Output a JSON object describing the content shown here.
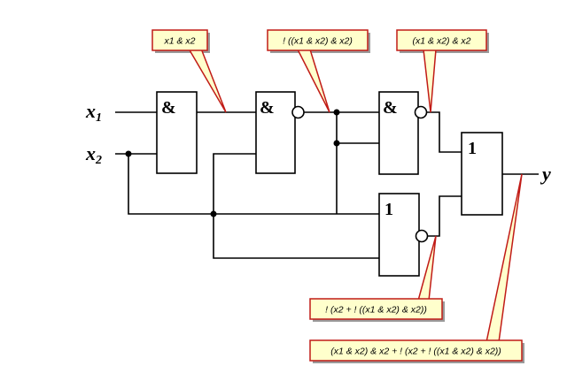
{
  "inputs": {
    "x1": {
      "letter": "x",
      "sub": "1"
    },
    "x2": {
      "letter": "x",
      "sub": "2"
    }
  },
  "output": {
    "label": "y"
  },
  "gates": {
    "and1": {
      "symbol": "&"
    },
    "nand1": {
      "symbol": "&"
    },
    "nand2": {
      "symbol": "&"
    },
    "nor1": {
      "symbol": "1"
    },
    "or_out": {
      "symbol": "1"
    }
  },
  "callouts": {
    "c1": "x1 & x2",
    "c2": "! ((x1 & x2) & x2)",
    "c3": "(x1 & x2) & x2",
    "c4": "! (x2 + ! ((x1 & x2) & x2))",
    "c5": "(x1 & x2) & x2 + ! (x2 + ! ((x1 & x2) & x2))"
  },
  "colors": {
    "wire": "#000000",
    "callout_fill": "#ffffcc",
    "callout_stroke": "#c11b17",
    "callout_shadow": "#9a9a9a"
  }
}
